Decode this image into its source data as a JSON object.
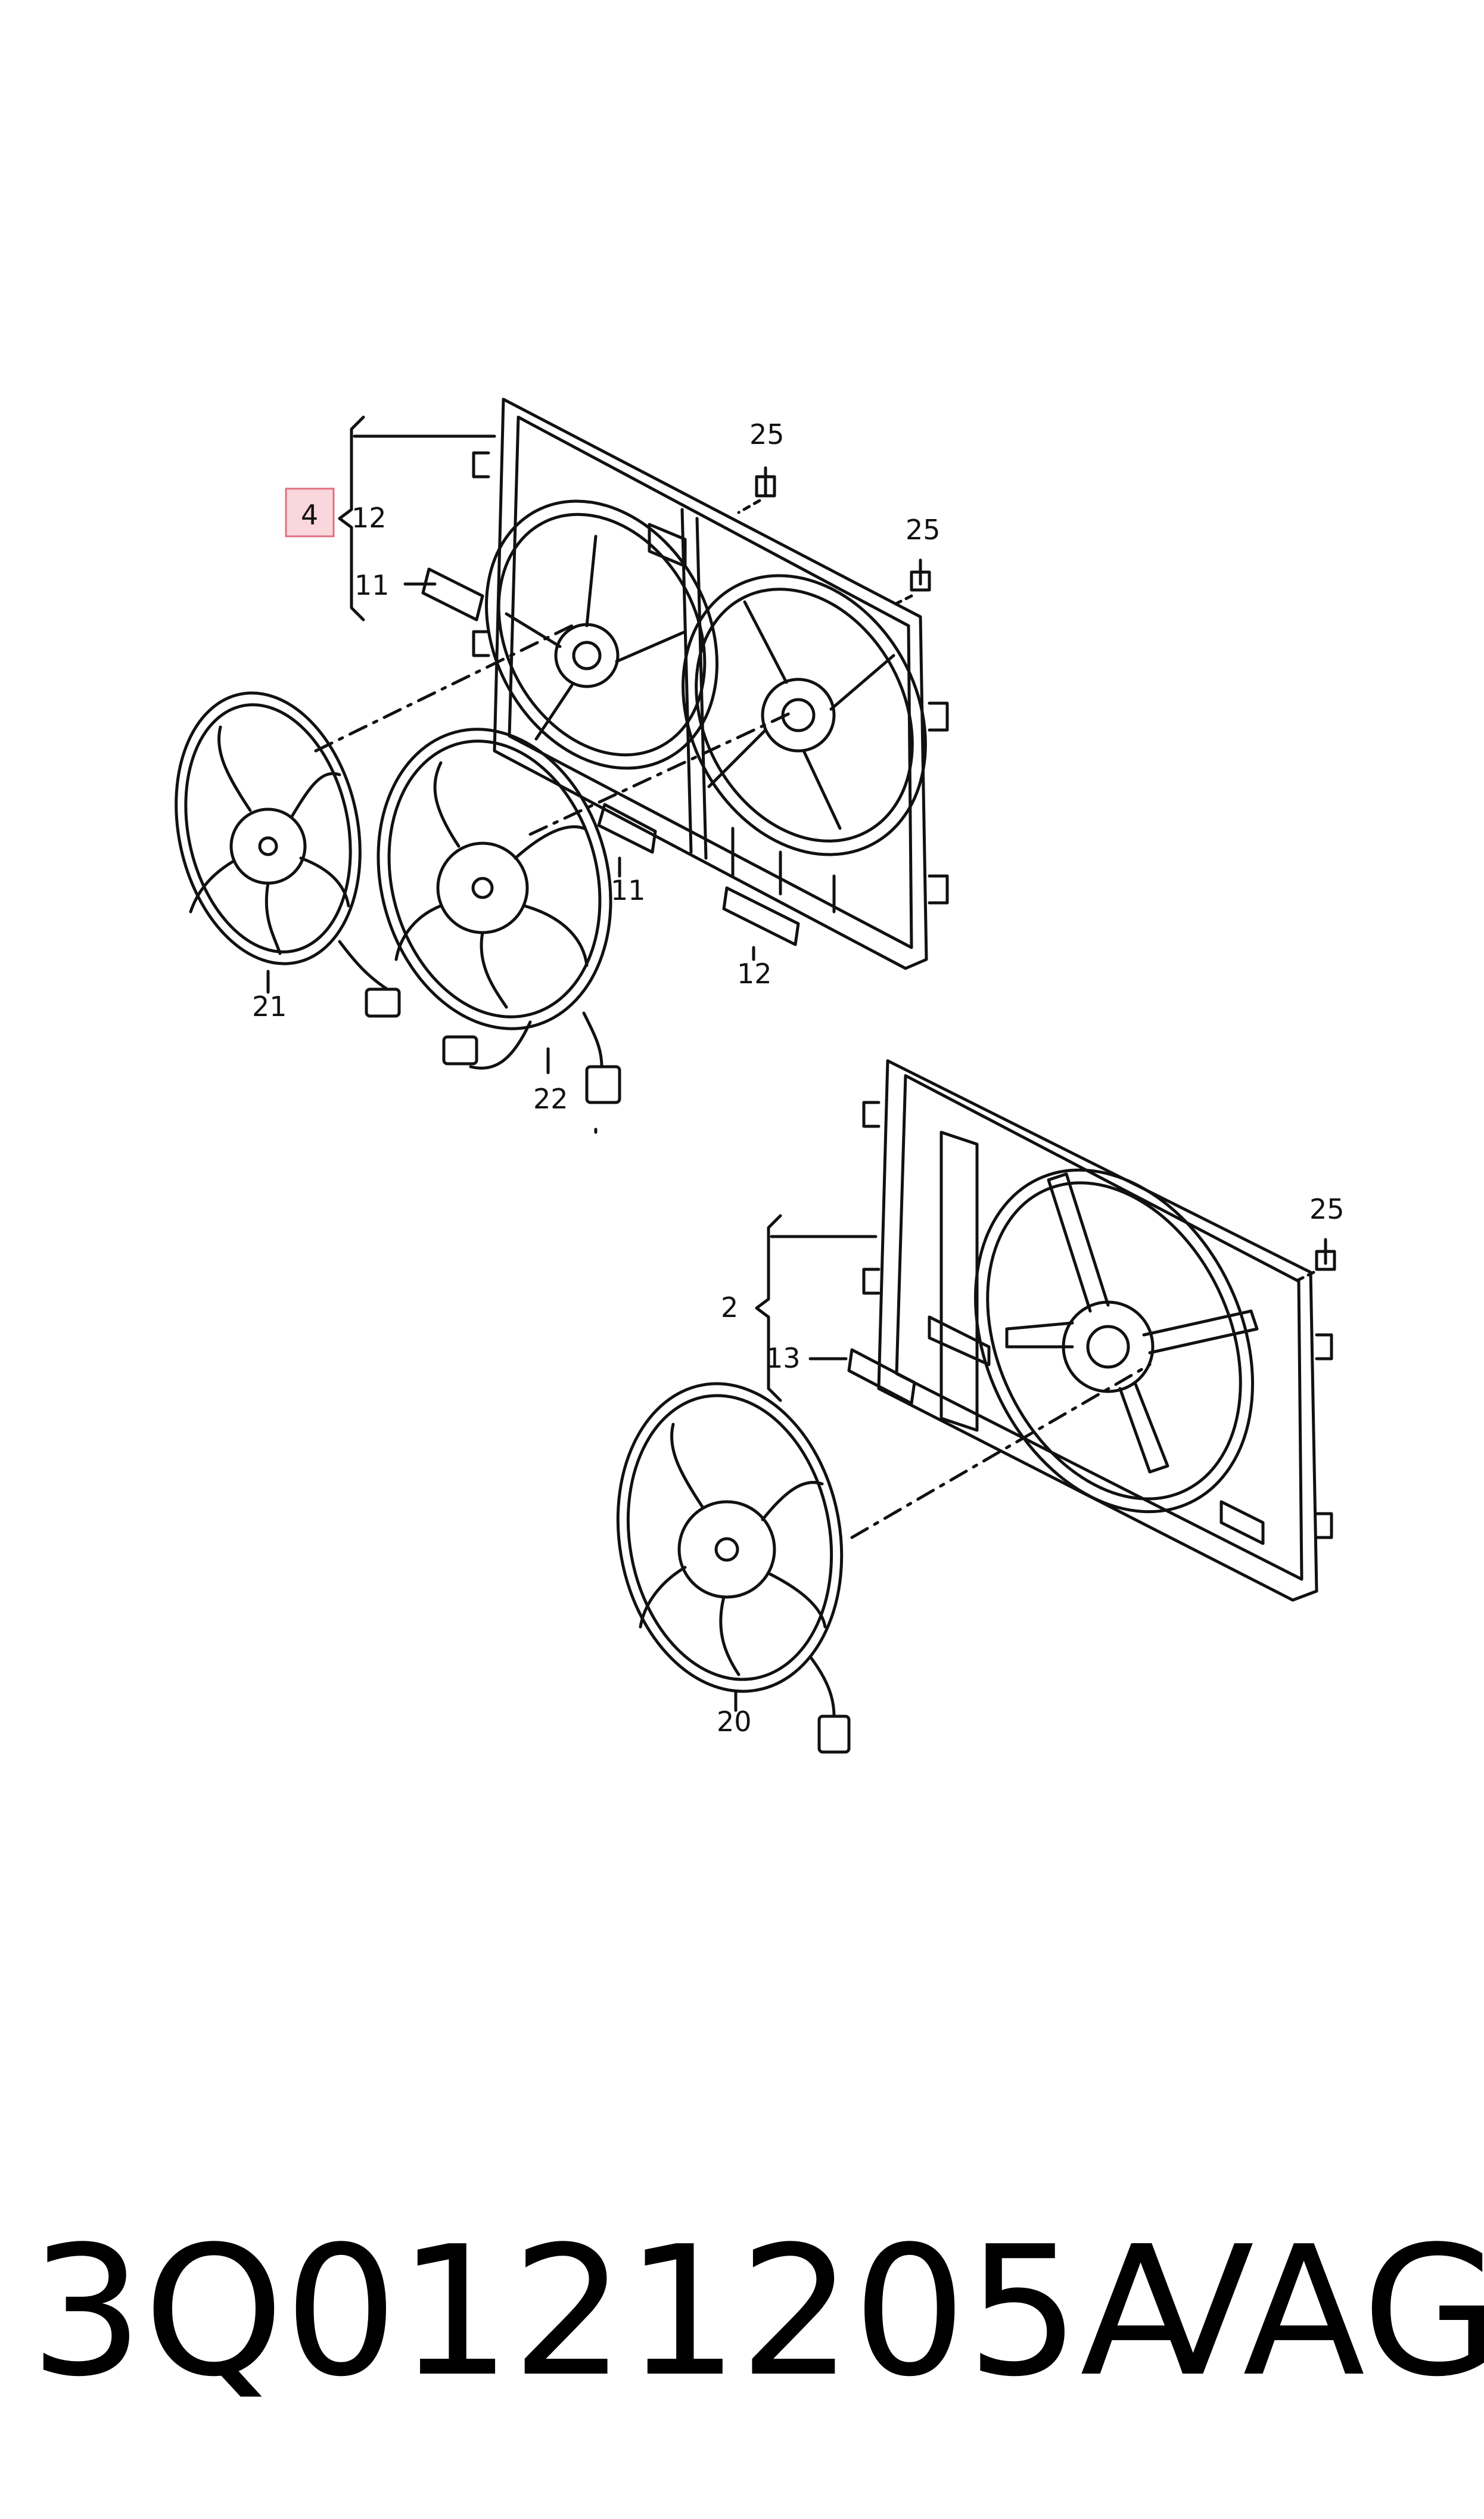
{
  "callouts": {
    "c4": "4",
    "c12_top": "12",
    "c11_top": "11",
    "c25_a": "25",
    "c25_b": "25",
    "c11_mid": "11",
    "c12_mid": "12",
    "c21": "21",
    "c22": "22",
    "c25_c": "25",
    "c2": "2",
    "c13": "13",
    "c20": "20"
  },
  "highlight_color": "#f9d7dc",
  "highlight_border": "#e07080",
  "footer": {
    "part_number": "3Q0121205A",
    "brand": "VAG"
  }
}
